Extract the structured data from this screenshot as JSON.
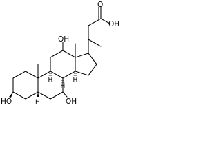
{
  "molecule": {
    "labels": {
      "acid_oxygen": "O",
      "acid_hydroxyl": "OH",
      "c3_hydroxyl": "HO",
      "c7_hydroxyl": "OH",
      "c12_hydroxyl": "OH",
      "h_c5": "H",
      "h_c8": "H",
      "h_c9": "H",
      "h_c14": "H"
    }
  }
}
